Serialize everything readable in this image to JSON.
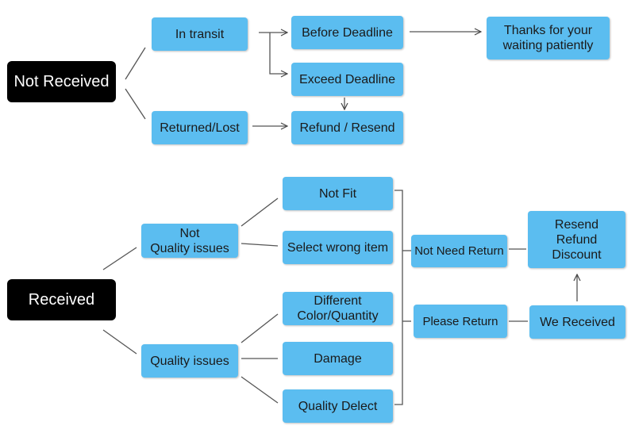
{
  "diagram": {
    "nodes": {
      "not_received": "Not Received",
      "in_transit": "In transit",
      "returned_lost": "Returned/Lost",
      "before_deadline": "Before Deadline",
      "exceed_deadline": "Exceed Deadline",
      "refund_resend_top": "Refund / Resend",
      "thanks_waiting": "Thanks for your\nwaiting patiently",
      "received": "Received",
      "not_quality_issues": "Not\nQuality issues",
      "quality_issues": "Quality issues",
      "not_fit": "Not Fit",
      "select_wrong_item": "Select wrong item",
      "different_color_quantity": "Different\nColor/Quantity",
      "damage": "Damage",
      "quality_delect": "Quality Delect",
      "not_need_return": "Not Need Return",
      "please_return": "Please Return",
      "resend_refund_discount": "Resend\nRefund\nDiscount",
      "we_received": "We Received"
    },
    "colors": {
      "box_fill": "#5bbdf0",
      "root_fill": "#000000",
      "line": "#555555"
    }
  }
}
